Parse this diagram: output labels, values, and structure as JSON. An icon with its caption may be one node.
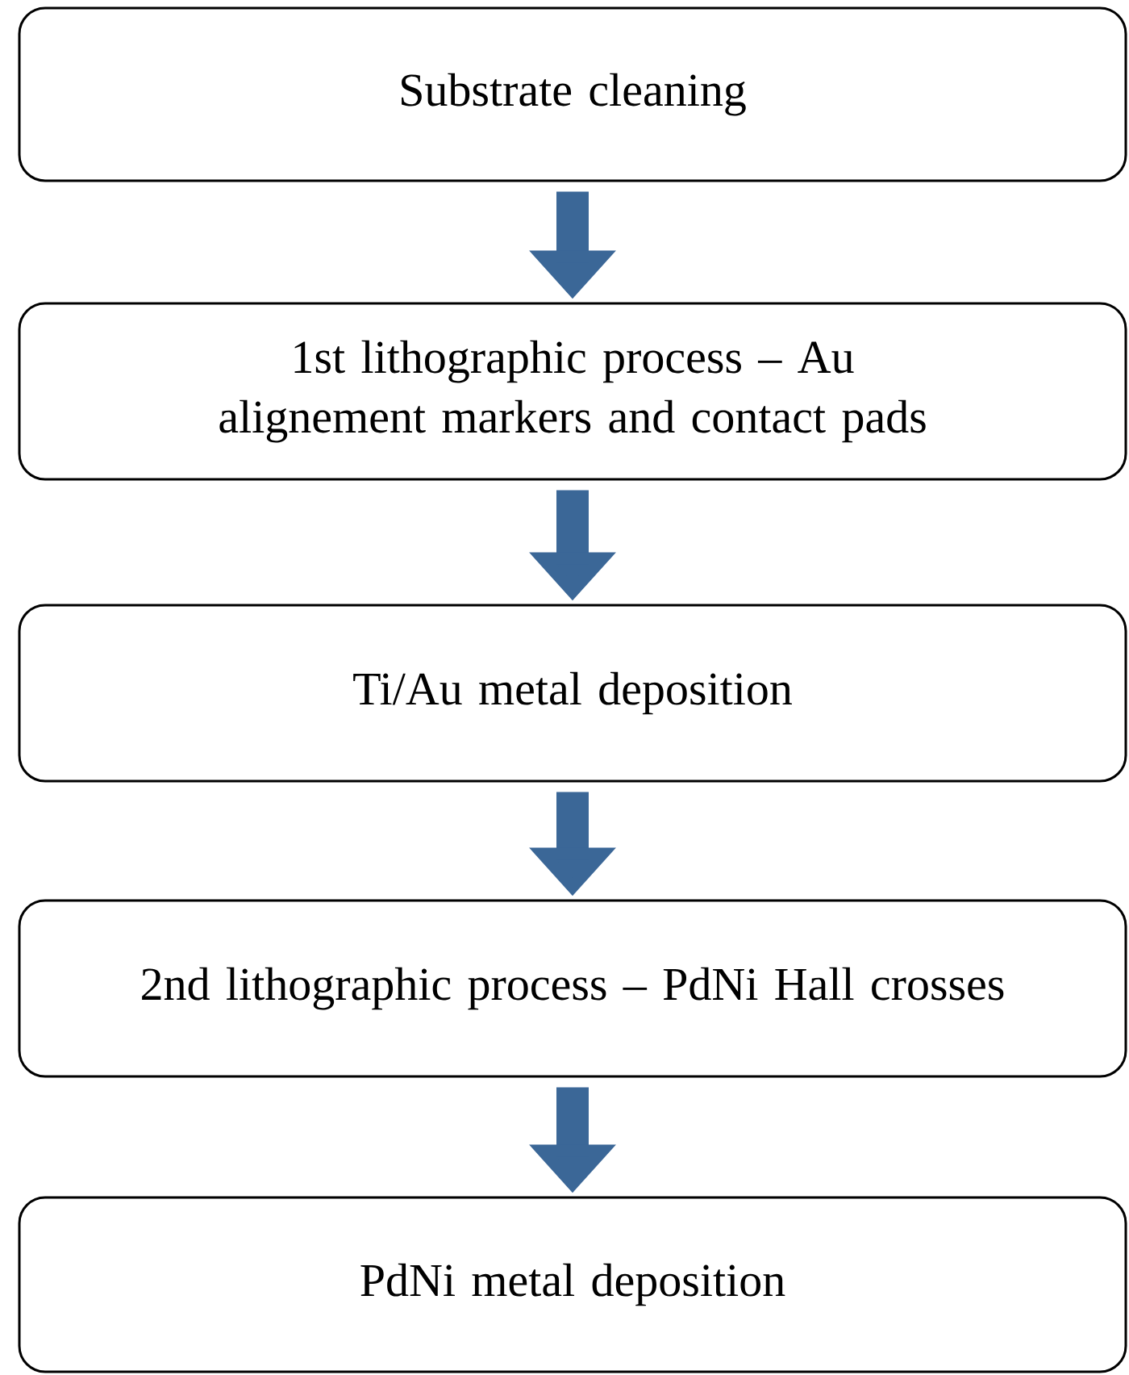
{
  "diagram": {
    "nodes": [
      {
        "text": [
          "Substrate cleaning"
        ]
      },
      {
        "text": [
          "1st lithographic process – Au alignement markers and contact pads"
        ]
      },
      {
        "text": [
          "Ti/Au metal deposition"
        ]
      },
      {
        "text": [
          "2nd lithographic process – PdNi Hall crosses"
        ]
      },
      {
        "text": [
          "PdNi metal deposition"
        ]
      }
    ],
    "edges": [
      {
        "from": 0,
        "to": 1,
        "arrow": "to"
      },
      {
        "from": 1,
        "to": 2,
        "arrow": "to"
      },
      {
        "from": 2,
        "to": 3,
        "arrow": "to"
      },
      {
        "from": 3,
        "to": 4,
        "arrow": "to"
      }
    ]
  }
}
